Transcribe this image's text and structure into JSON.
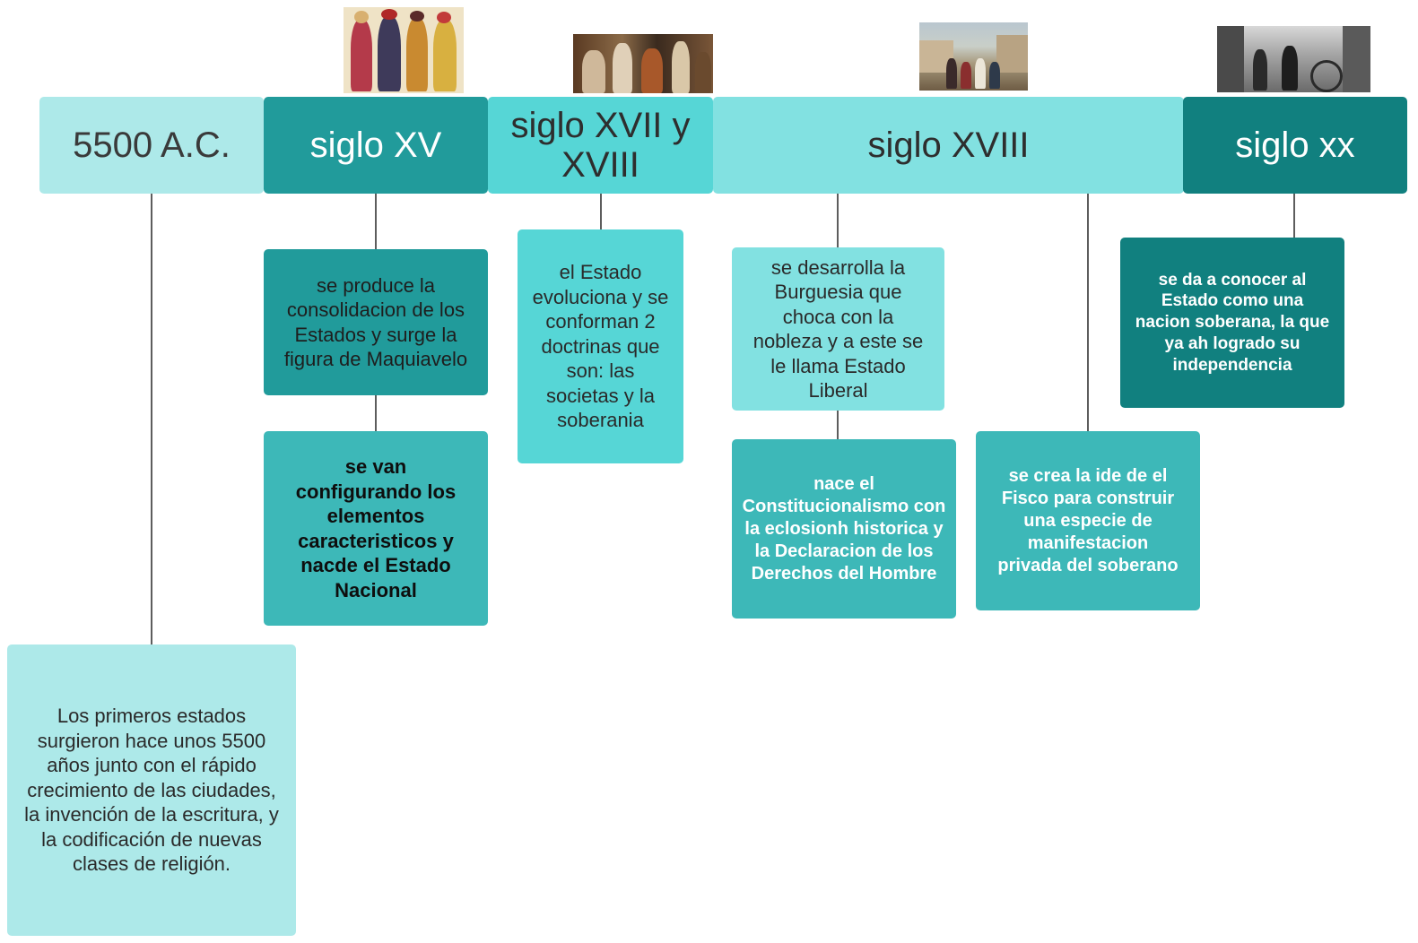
{
  "colors": {
    "lightest": "#ade9e9",
    "teal_mid": "#219b9b",
    "teal_bright": "#56d6d6",
    "teal_light": "#82e1e1",
    "teal_dark": "#11807f",
    "teal_box": "#3db8b8",
    "connector": "#5d5d5d"
  },
  "timeline": {
    "periods": [
      {
        "label": "5500 A.C."
      },
      {
        "label": "siglo XV"
      },
      {
        "label": "siglo XVII y XVIII"
      },
      {
        "label": "siglo XVIII"
      },
      {
        "label": "siglo xx"
      }
    ]
  },
  "events": {
    "primeros_estados": "Los primeros estados surgieron hace unos 5500 años junto con el rápido crecimiento de las ciudades, la invención de la escritura, y la codificación de nuevas clases de religión.",
    "consolidacion": "se produce la consolidacion de los Estados y surge la figura de Maquiavelo",
    "estado_nacional": "se van configurando los elementos caracteristicos y nacde el Estado Nacional",
    "doctrinas": "el Estado evoluciona y se conforman 2 doctrinas que son: las societas y la soberania",
    "burguesia": "se desarrolla la Burguesia que choca con la nobleza y a este se le llama Estado Liberal",
    "constitucionalismo": "nace el Constitucionalismo con la eclosionh historica y la Declaracion de los Derechos del Hombre",
    "fisco": "se crea la ide de el Fisco para construir una especie de manifestacion privada  del soberano",
    "nacion_soberana": "se da a conocer al Estado como una nacion soberana, la que ya ah logrado su independencia"
  },
  "images": [
    {
      "name": "renaissance-costumes-image"
    },
    {
      "name": "court-painting-image"
    },
    {
      "name": "street-procession-image"
    },
    {
      "name": "vintage-street-photo-image"
    }
  ]
}
